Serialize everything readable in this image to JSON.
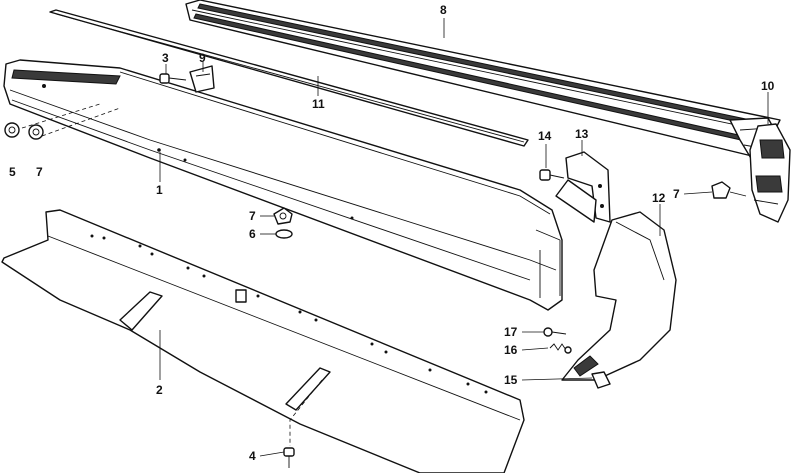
{
  "labels": {
    "p1": "1",
    "p2": "2",
    "p3": "3",
    "p4": "4",
    "p5": "5",
    "p6": "6",
    "p7a": "7",
    "p7b": "7",
    "p7c": "7",
    "p8": "8",
    "p9": "9",
    "p10": "10",
    "p11": "11",
    "p12": "12",
    "p13": "13",
    "p14": "14",
    "p15": "15",
    "p16": "16",
    "p17": "17"
  }
}
